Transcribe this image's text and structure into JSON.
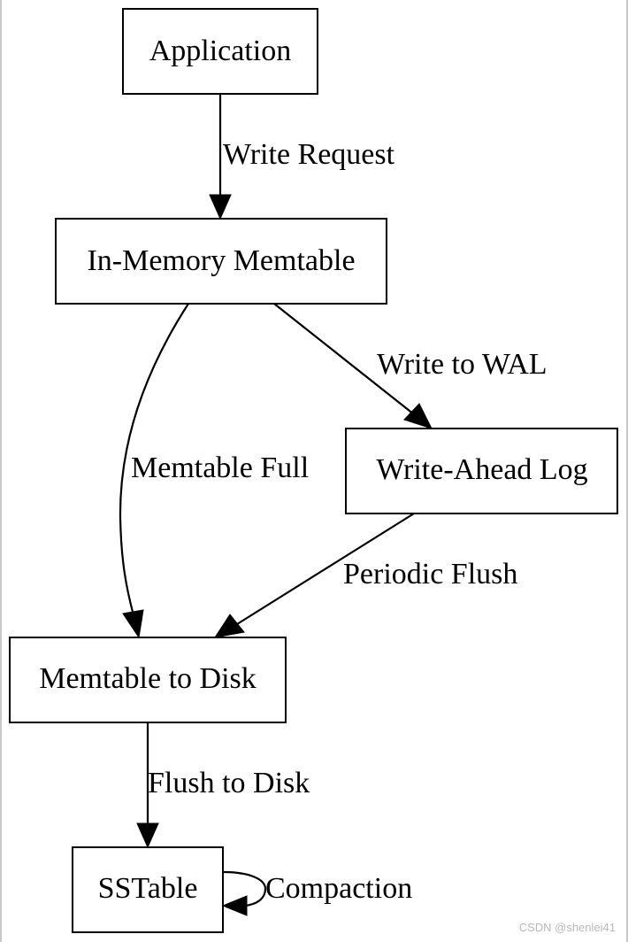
{
  "nodes": {
    "application": "Application",
    "memtable": "In-Memory Memtable",
    "wal": "Write-Ahead Log",
    "to_disk": "Memtable to Disk",
    "sstable": "SSTable"
  },
  "edges": {
    "write_request": "Write Request",
    "write_to_wal": "Write to WAL",
    "memtable_full": "Memtable Full",
    "periodic_flush": "Periodic Flush",
    "flush_to_disk": "Flush to Disk",
    "compaction": "Compaction"
  },
  "watermark": "CSDN @shenlei41"
}
